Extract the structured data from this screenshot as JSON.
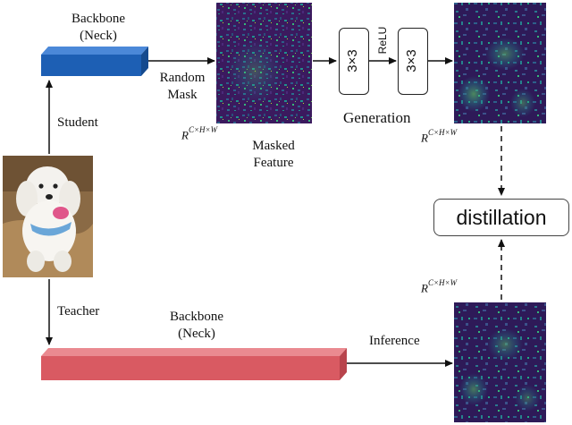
{
  "labels": {
    "backbone_neck_top": [
      "Backbone",
      "(Neck)"
    ],
    "random_mask": [
      "Random",
      "Mask"
    ],
    "student": "Student",
    "teacher": "Teacher",
    "generation": "Generation",
    "masked_feature": [
      "Masked",
      "Feature"
    ],
    "backbone_neck_bottom": [
      "Backbone",
      "(Neck)"
    ],
    "inference": "Inference",
    "distillation": "distillation",
    "conv1": "3×3",
    "conv2": "3×3",
    "relu": "ReLU"
  },
  "math": {
    "base": "R",
    "sup": "C×H×W"
  },
  "colors": {
    "student_backbone": "#1d5fb4",
    "teacher_backbone": "#d95a62",
    "feature_map_dark": "#3b1a5e",
    "feature_map_mid": "#2d5f8a",
    "feature_map_bright": "#3fb98c",
    "photo_background": "#8a6a45",
    "dog_fur": "#f4f2ee"
  },
  "icons": {
    "input_image": "poodle-photo",
    "feature_maps": "viridis-heatmap"
  }
}
